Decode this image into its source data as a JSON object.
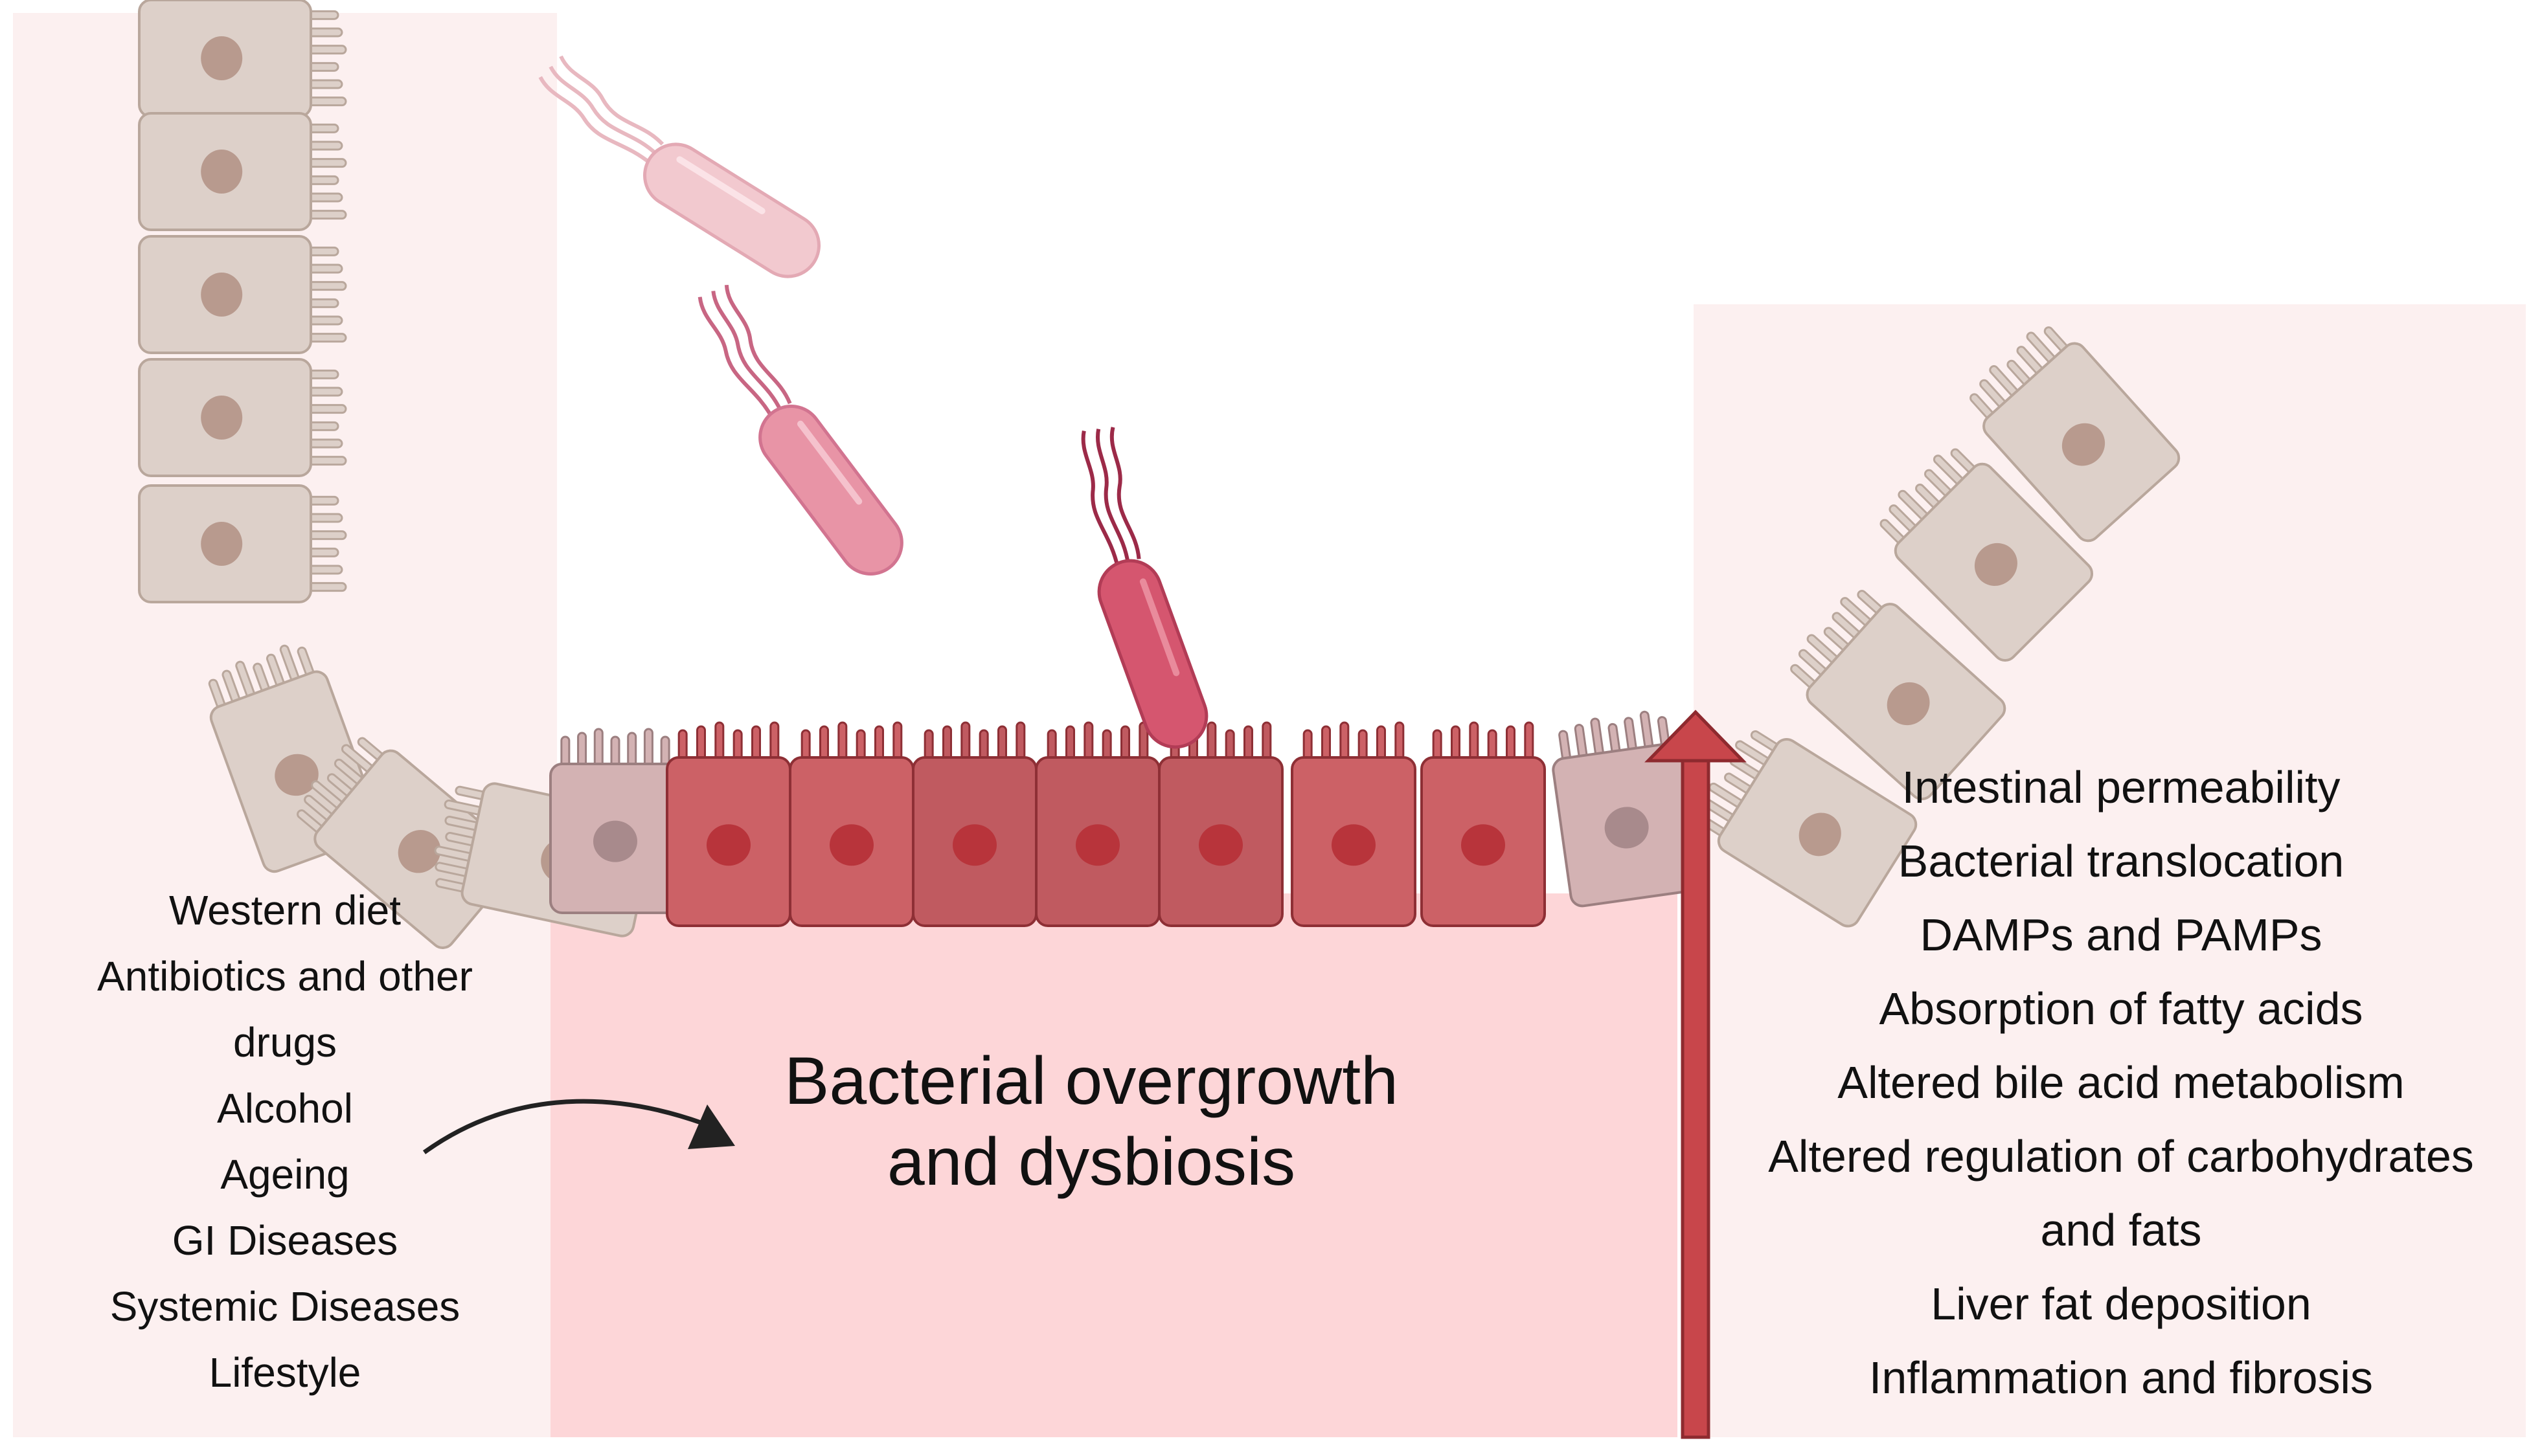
{
  "risk_factors": {
    "items": [
      "Western diet",
      "Antibiotics and other",
      "drugs",
      "Alcohol",
      "Ageing",
      "GI Diseases",
      "Systemic Diseases",
      "Lifestyle"
    ]
  },
  "center_label": {
    "line1": "Bacterial overgrowth",
    "line2": "and dysbiosis"
  },
  "effects": {
    "items": [
      "Intestinal permeability",
      "Bacterial translocation",
      "DAMPs and PAMPs",
      "Absorption of fatty acids",
      "Altered bile acid metabolism",
      "Altered regulation of carbohydrates",
      "and fats",
      "Liver fat deposition",
      "Inflammation and fibrosis"
    ]
  },
  "colors": {
    "left_panel_bg": "#fcf0f0",
    "center_panel_bg": "#fdd6d8",
    "right_panel_bg": "#fcf0f0",
    "healthy_cell": "#ddd0c9",
    "healthy_nucleus": "#b89a8e",
    "transition_cell": "#d3b2b3",
    "damaged_cell": "#cc6166",
    "damaged_nucleus": "#b8343b",
    "arrow_red": "#c8464b",
    "bacterium_light": "#f2c9cf",
    "bacterium_mid": "#e894a6",
    "bacterium_dark": "#d5566f"
  },
  "icons": [
    "bacterium-icon",
    "epithelial-cell-icon",
    "curved-arrow-icon",
    "up-arrow-icon"
  ]
}
